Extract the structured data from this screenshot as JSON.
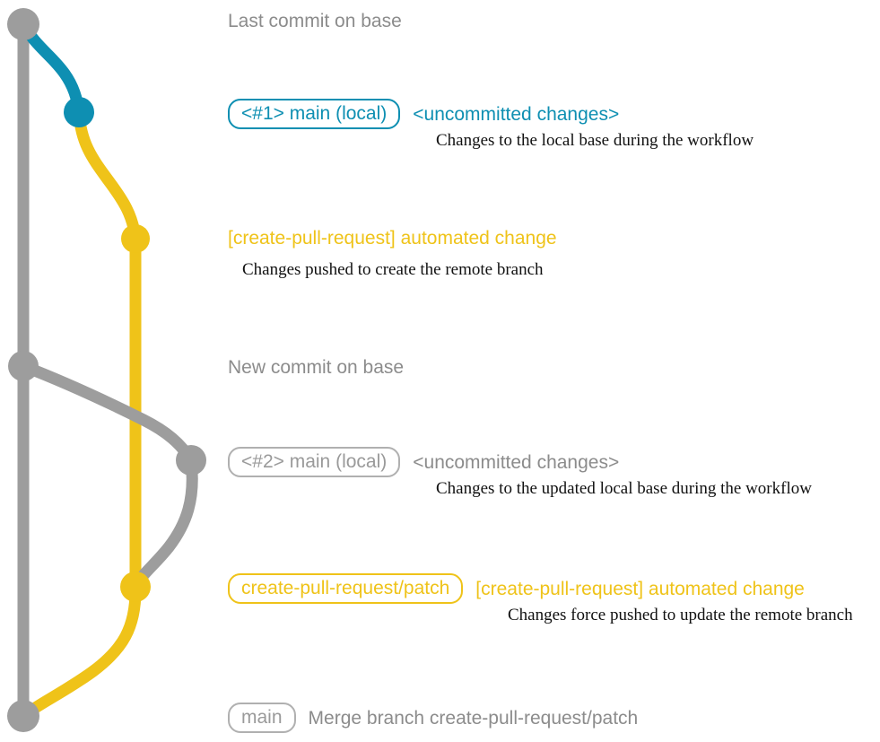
{
  "diagram": {
    "title": "git commit graph for create-pull-request workflow",
    "colors": {
      "gray": "#9d9d9d",
      "blue": "#0e8fb2",
      "yellow": "#efc319",
      "badge_gray_border": "#b0b0b0",
      "badge_gray_text": "#9a9a9a",
      "subtext": "#111111",
      "background": "#ffffff"
    },
    "rows": [
      {
        "id": "last-commit-on-base",
        "badge": null,
        "headline": "Last commit on base",
        "headline_color": "gray",
        "subtext": null,
        "node_color": "gray"
      },
      {
        "id": "local-main-1",
        "badge": "<#1> main (local)",
        "badge_color": "blue",
        "headline": "<uncommitted changes>",
        "headline_color": "blue",
        "subtext": "Changes to the local base during the workflow",
        "node_color": "blue"
      },
      {
        "id": "automated-change-1",
        "badge": null,
        "headline": "[create-pull-request] automated change",
        "headline_color": "yellow",
        "subtext": "Changes pushed to create the remote branch",
        "node_color": "yellow"
      },
      {
        "id": "new-commit-on-base",
        "badge": null,
        "headline": "New commit on base",
        "headline_color": "gray",
        "subtext": null,
        "node_color": "gray"
      },
      {
        "id": "local-main-2",
        "badge": "<#2> main (local)",
        "badge_color": "gray",
        "headline": "<uncommitted changes>",
        "headline_color": "gray",
        "subtext": "Changes to the updated local base during the workflow",
        "node_color": "gray"
      },
      {
        "id": "automated-change-2",
        "badge": "create-pull-request/patch",
        "badge_color": "yellow",
        "headline": "[create-pull-request] automated change",
        "headline_color": "yellow",
        "subtext": "Changes force pushed to update the remote branch",
        "node_color": "yellow"
      },
      {
        "id": "merge-commit",
        "badge": "main",
        "badge_color": "gray",
        "headline": "Merge branch create-pull-request/patch",
        "headline_color": "gray",
        "subtext": null,
        "node_color": "gray"
      }
    ]
  }
}
